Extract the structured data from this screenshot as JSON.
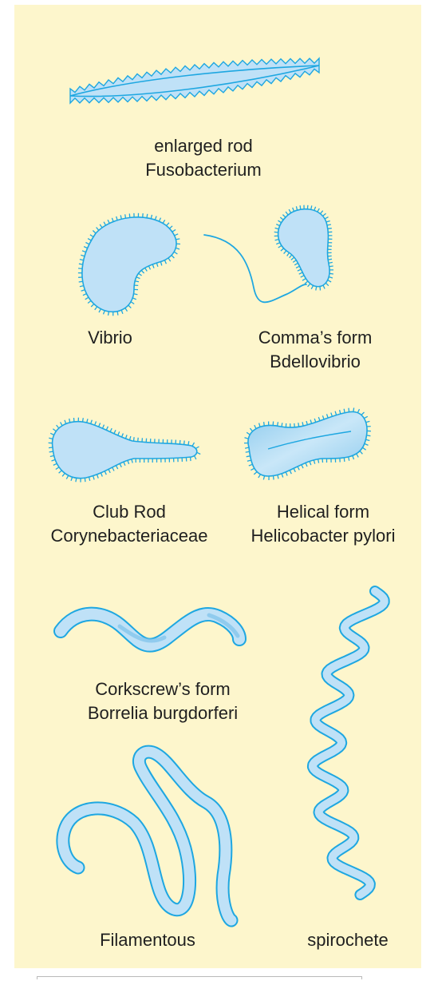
{
  "colors": {
    "background": "#fdf6cc",
    "cell_fill": "#bfe1f7",
    "cell_outline": "#1ea7e1",
    "text": "#1f1f1f"
  },
  "forms": [
    {
      "id": "fusobacterium",
      "line1": "enlarged rod",
      "line2": "Fusobacterium"
    },
    {
      "id": "vibrio",
      "line1": "Vibrio",
      "line2": ""
    },
    {
      "id": "bdellovibrio",
      "line1": "Comma’s form",
      "line2": "Bdellovibrio"
    },
    {
      "id": "corynebacteriaceae",
      "line1": "Club Rod",
      "line2": "Corynebacteriaceae"
    },
    {
      "id": "helicobacter",
      "line1": "Helical form",
      "line2": "Helicobacter pylori"
    },
    {
      "id": "borrelia",
      "line1": "Corkscrew’s form",
      "line2": "Borrelia burgdorferi"
    },
    {
      "id": "filamentous",
      "line1": "Filamentous",
      "line2": ""
    },
    {
      "id": "spirochete",
      "line1": "spirochete",
      "line2": ""
    }
  ]
}
